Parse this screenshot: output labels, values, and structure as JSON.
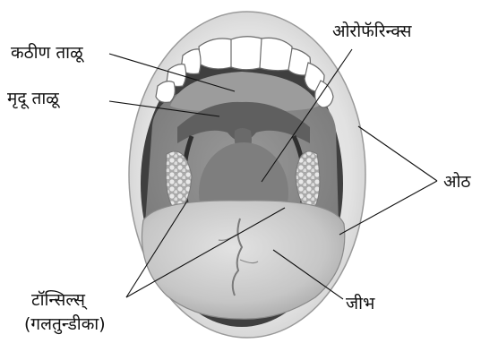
{
  "labels": {
    "hard_palate": "कठीण ताळू",
    "soft_palate": "मृदू ताळू",
    "oropharynx": "ओरोफॅरिन्क्स",
    "lips": "ओठ",
    "tonsils_line1": "टॉन्सिल्स्",
    "tonsils_line2": "(गलतुन्डीका)",
    "tongue": "जीभ"
  },
  "colors": {
    "lip_outer": "#d9d9d9",
    "mouth_dark": "#4d4d4d",
    "cavity": "#8c8c8c",
    "teeth": "#ffffff",
    "tongue": "#c4c4c4",
    "tonsil": "#b8b8b8"
  }
}
